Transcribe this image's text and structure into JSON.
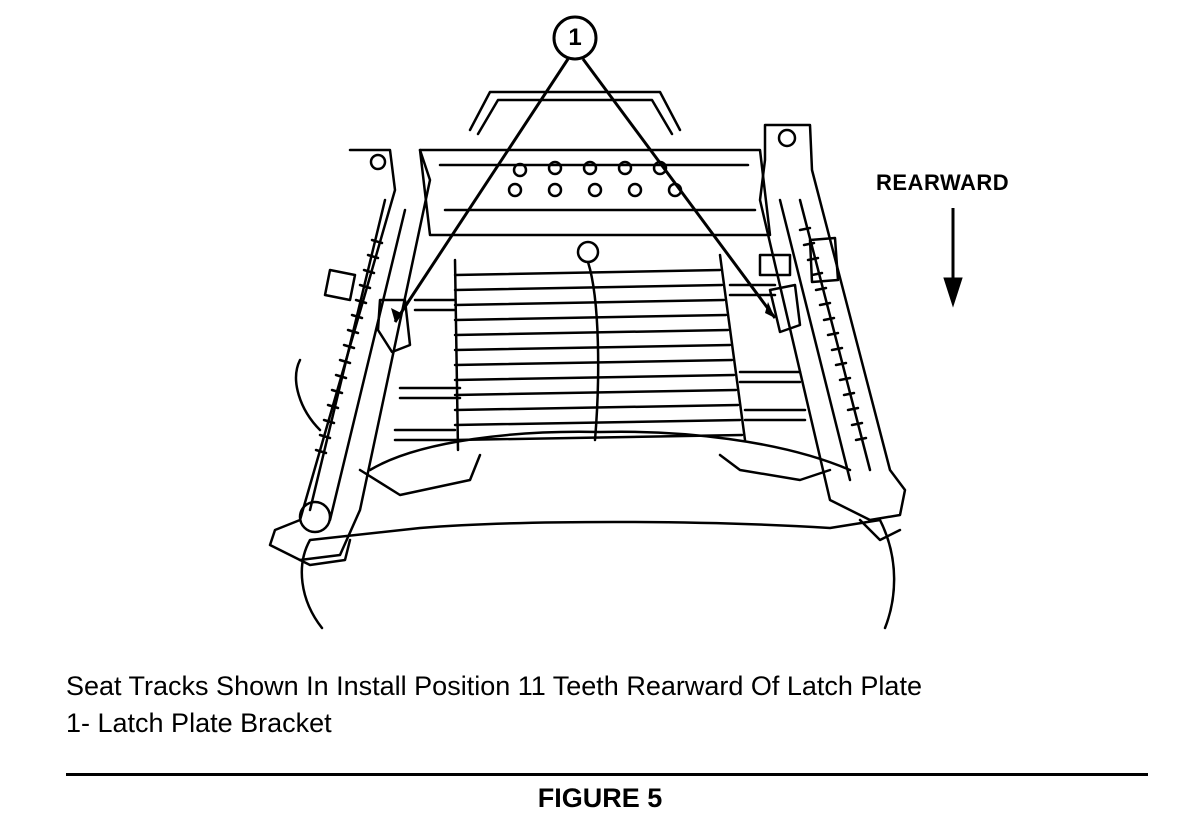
{
  "diagram": {
    "callout_number": "1",
    "direction_label": "REARWARD"
  },
  "caption": {
    "line1": "Seat Tracks Shown In Install Position 11 Teeth Rearward Of Latch Plate",
    "line2": "1-  Latch Plate Bracket"
  },
  "figure_title": "FIGURE 5"
}
